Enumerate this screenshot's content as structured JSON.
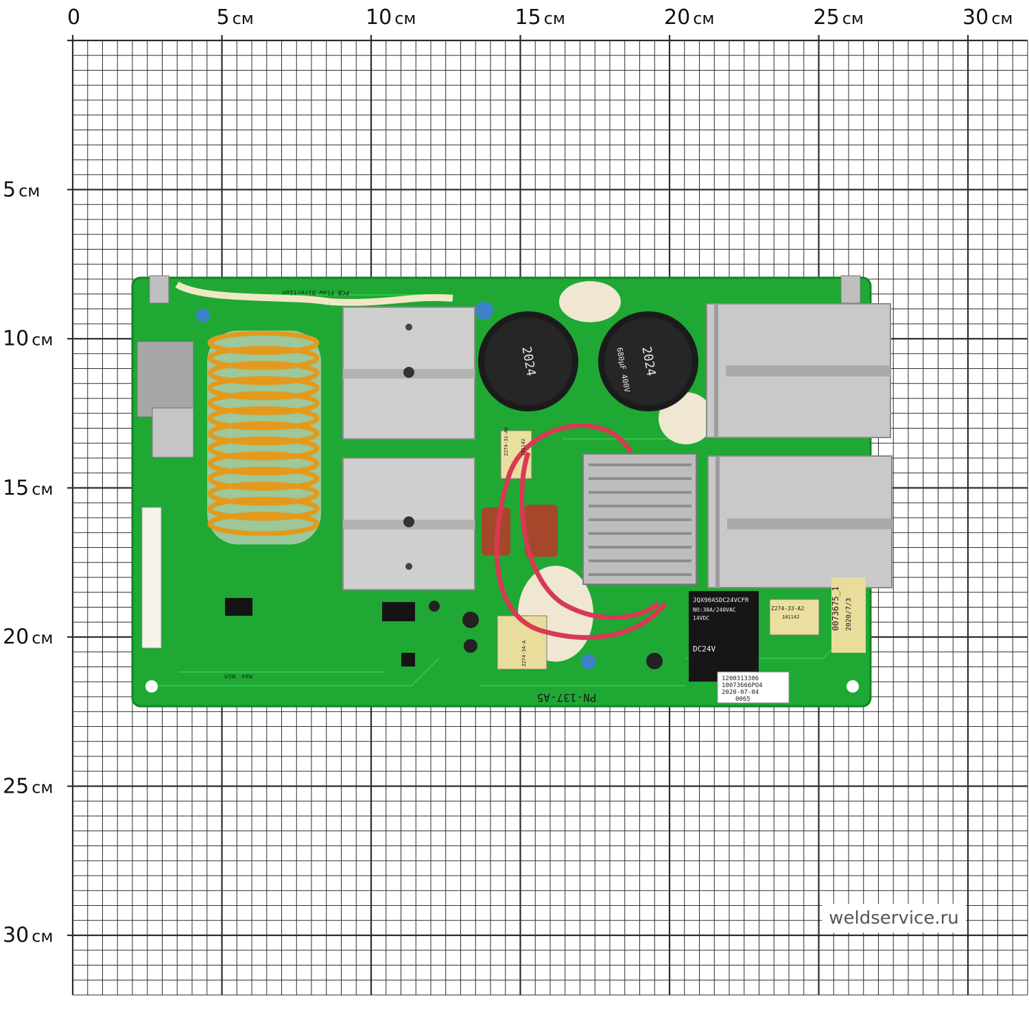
{
  "ruler": {
    "unit": "см",
    "x_ticks": [
      "0",
      "5",
      "10",
      "15",
      "20",
      "25",
      "30"
    ],
    "y_ticks": [
      "5",
      "10",
      "15",
      "20",
      "25",
      "30"
    ]
  },
  "board": {
    "model": "PN-137-A5",
    "flow_label": "PCB Flow Direction",
    "capacitor_code": "2024",
    "capacitor_rating": "680µF 400V",
    "relay_model": "JQX90ASDC24VCFR",
    "relay_contacts": "NO:30A/240VAC",
    "relay_dc": "14VDC",
    "relay_coil": "DC24V",
    "part_1": "Z274-31-A0",
    "part_2": "Z274-33-A2",
    "part_3": "Z274-34-A",
    "part_code": "101142",
    "serial_line_1": "1200313306",
    "serial_line_2": "10073666PO4",
    "serial_date": "2020-07-04",
    "serial_seq": "0065",
    "edge_code": "0073675_1",
    "edge_date": "2020/7/3",
    "pot_label_1": "max",
    "pot_label_2": "min"
  },
  "watermark": "weldservice.ru",
  "colors": {
    "pcb_green": "#1fa834",
    "heatsink": "#c9c9c9",
    "coil": "#e39a1c",
    "capacitor": "#1b1b1b",
    "wire": "#d83a54",
    "grid": "#2b2b2b"
  }
}
